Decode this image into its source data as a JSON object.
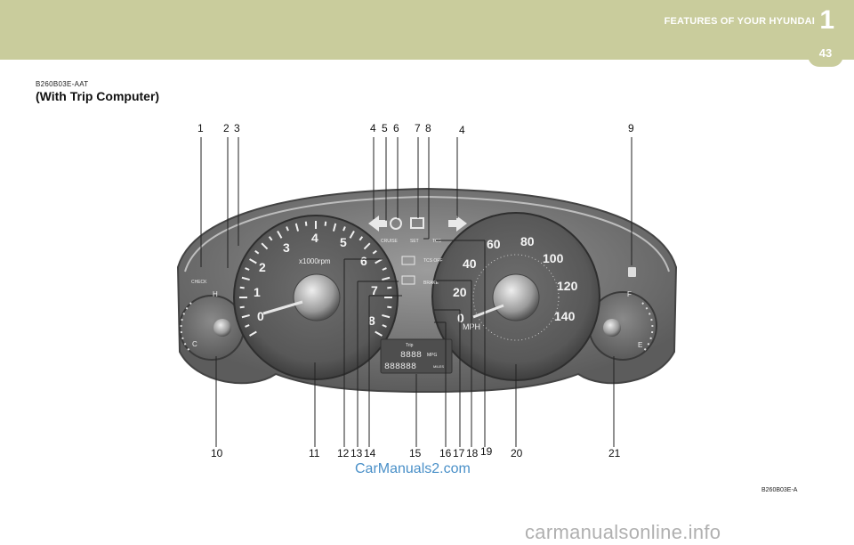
{
  "header": {
    "section_title": "FEATURES OF YOUR HYUNDAI",
    "chapter_number": "1",
    "page_number": "43",
    "color": "#c9cc9c"
  },
  "section": {
    "code": "B260B03E-AAT",
    "heading": "(With Trip Computer)"
  },
  "figure": {
    "callouts_top": [
      "1",
      "2",
      "3",
      "4",
      "5",
      "6",
      "7",
      "8",
      "4",
      "9"
    ],
    "callouts_bottom": [
      "10",
      "11",
      "12",
      "13",
      "14",
      "15",
      "16",
      "17",
      "18",
      "19",
      "20",
      "21"
    ],
    "figure_code": "B260B03E-A",
    "gauge_labels": {
      "tach_unit": "x1000rpm",
      "tach_numbers": [
        "0",
        "1",
        "2",
        "3",
        "4",
        "5",
        "6",
        "7",
        "8"
      ],
      "speed_numbers": [
        "0",
        "20",
        "40",
        "60",
        "80",
        "100",
        "120",
        "140"
      ],
      "speed_unit": "MPH",
      "temp_hot": "H",
      "temp_cold": "C",
      "fuel_full": "F",
      "fuel_empty": "E",
      "cruise": "CRUISE",
      "set": "SET",
      "tcs": "TCS",
      "tcs_off": "TCS OFF",
      "brake": "BRAKE",
      "check": "CHECK",
      "trip": "Trip",
      "mpg": "MPG",
      "miles": "MILES",
      "lcd_top": "8888",
      "lcd_bottom": "888888"
    }
  },
  "watermark": "CarManuals2.com",
  "footer_watermark": "carmanualsonline.info"
}
